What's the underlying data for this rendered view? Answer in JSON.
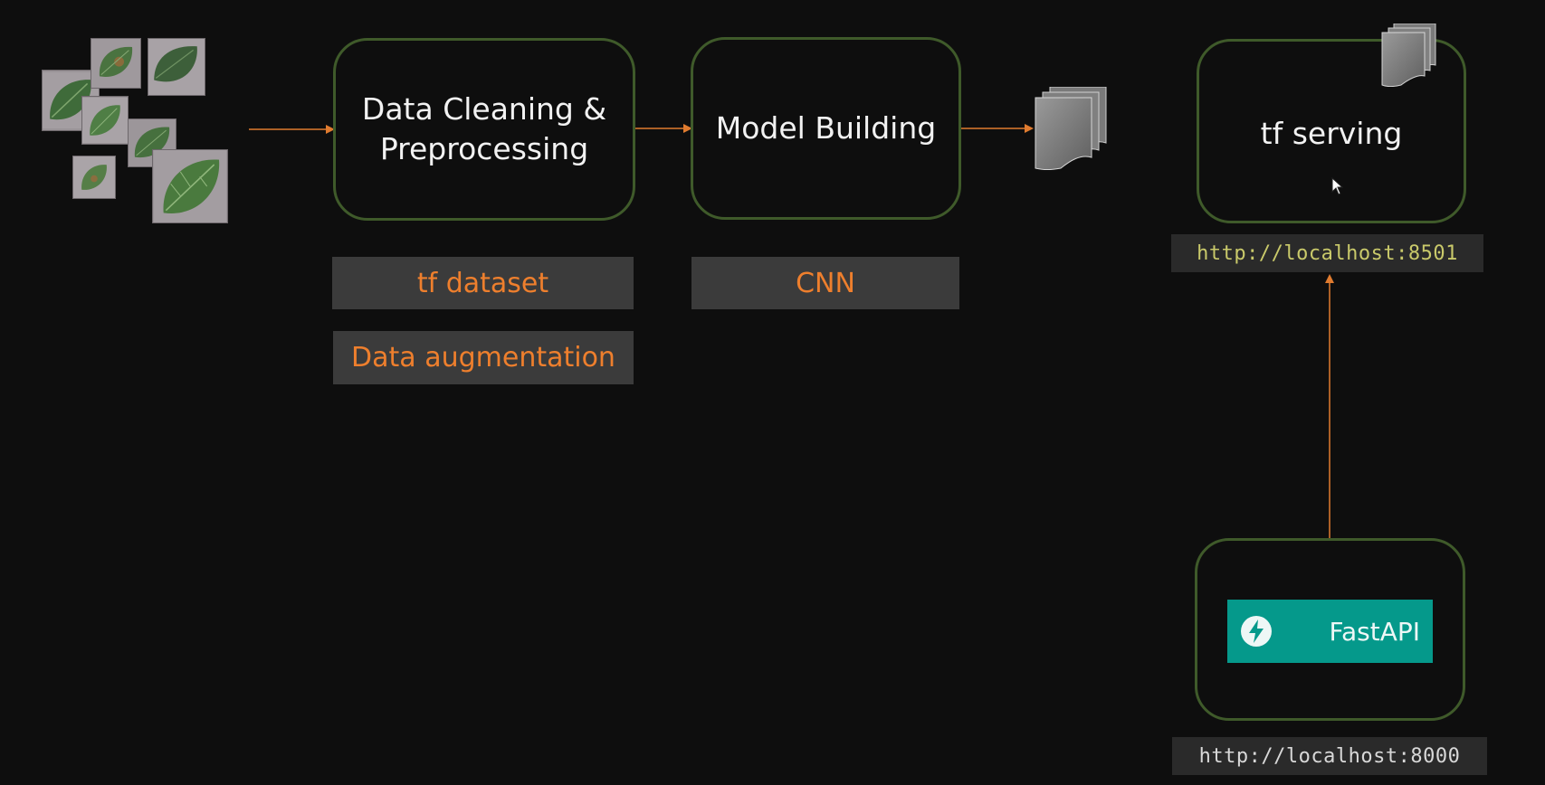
{
  "stages": {
    "cleaning": [
      "Data Cleaning &",
      "Preprocessing"
    ],
    "model": "Model Building",
    "serving": "tf serving"
  },
  "tags": {
    "tf_dataset": "tf dataset",
    "augmentation": "Data augmentation",
    "cnn": "CNN"
  },
  "urls": {
    "tf_serving": "http://localhost:8501",
    "fastapi": "http://localhost:8000"
  },
  "fastapi_badge": {
    "label": "FastAPI"
  },
  "icons": {
    "flow_arrows": "arrow-right-icon",
    "model_file": "document-stack-icon",
    "cursor": "mouse-pointer-icon",
    "fastapi_logo": "lightning-bolt-icon",
    "dataset": "leaf-image-icon"
  },
  "colors": {
    "background": "#0e0e0e",
    "stage_border": "#3f5a2a",
    "arrow": "#e07b2f",
    "tag_text": "#ee7f2d",
    "tag_bg": "#3b3b3b",
    "url_serving_text": "#c9c96a",
    "url_fastapi_text": "#d8d8d8",
    "fastapi_bg": "#05998b"
  }
}
